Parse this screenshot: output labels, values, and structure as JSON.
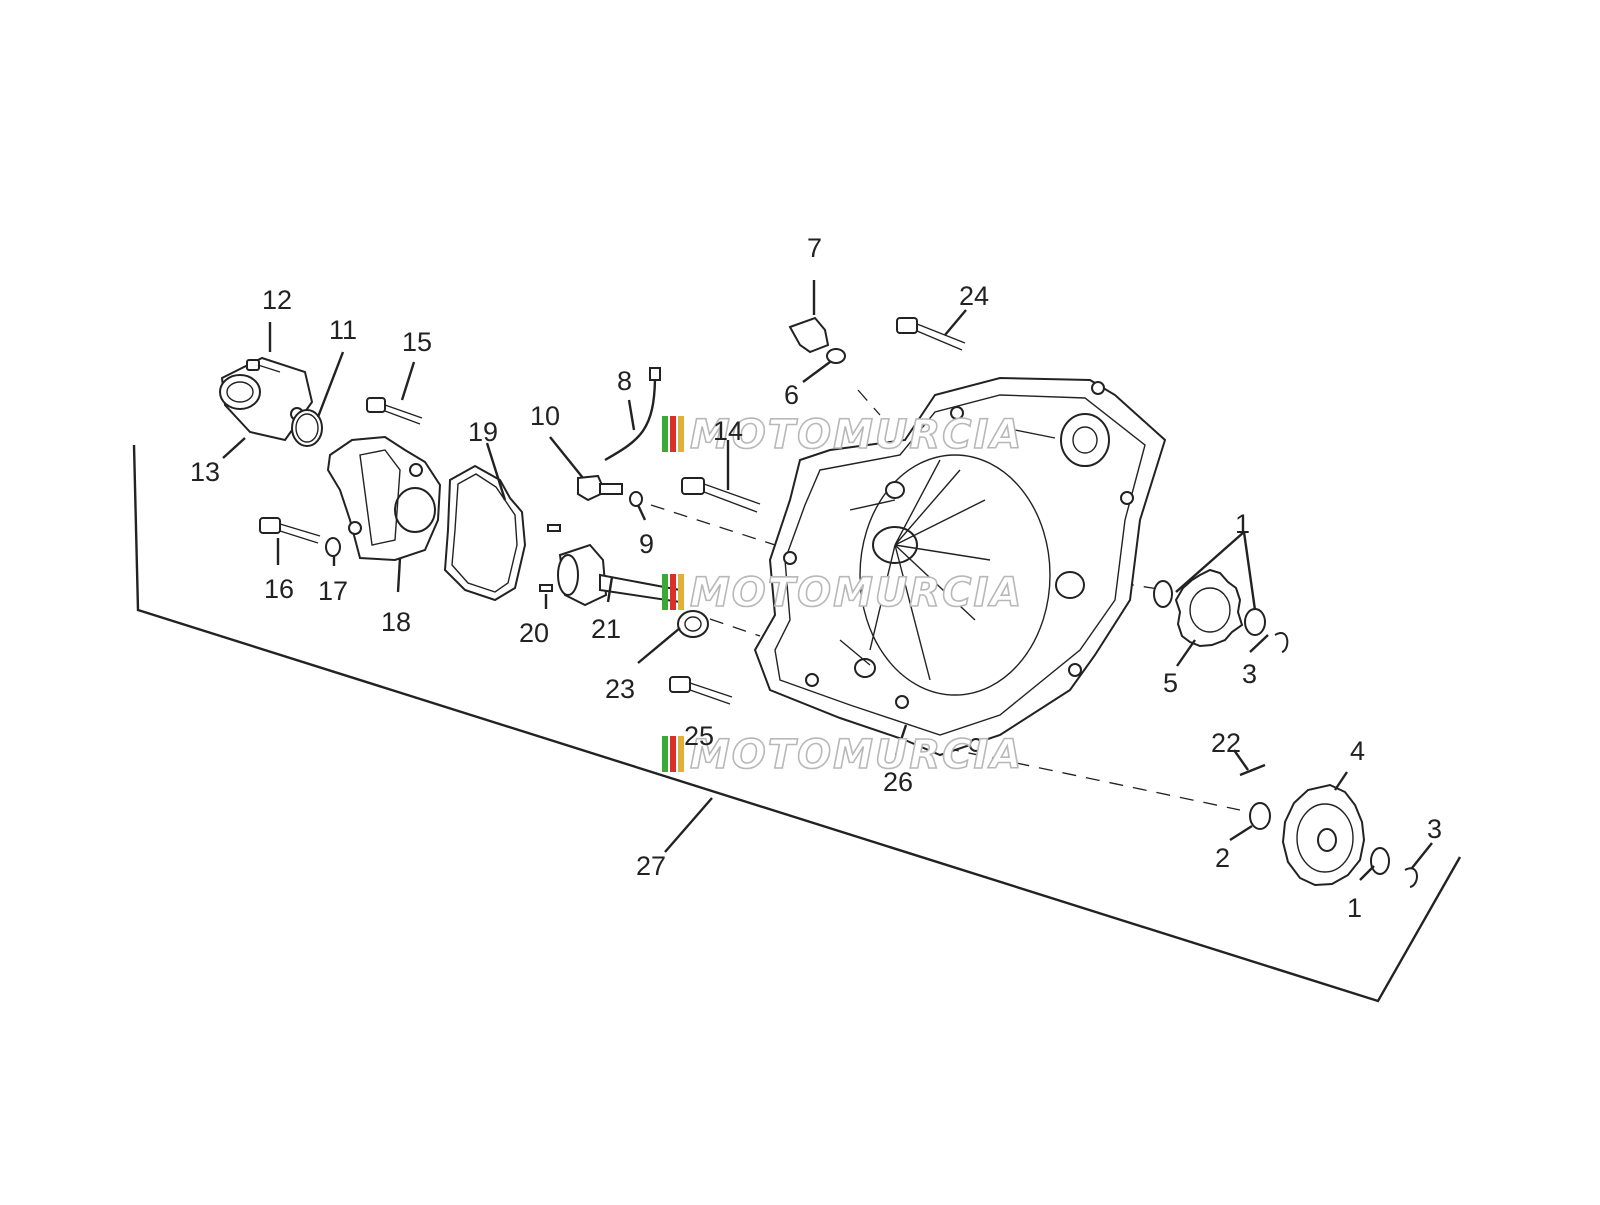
{
  "watermark": "MOTOMURCIA",
  "colors": {
    "stripe_green": "#3aa935",
    "stripe_red": "#d9302c",
    "stripe_gold": "#e0b13a"
  },
  "callouts": {
    "n1a": "1",
    "n1b": "1",
    "n2": "2",
    "n3a": "3",
    "n3b": "3",
    "n4": "4",
    "n5": "5",
    "n6": "6",
    "n7": "7",
    "n8": "8",
    "n9": "9",
    "n10": "10",
    "n11": "11",
    "n12": "12",
    "n13": "13",
    "n14": "14",
    "n15": "15",
    "n16": "16",
    "n17": "17",
    "n18": "18",
    "n19": "19",
    "n20": "20",
    "n21": "21",
    "n22": "22",
    "n23": "23",
    "n24": "24",
    "n25": "25",
    "n26": "26",
    "n27": "27"
  }
}
